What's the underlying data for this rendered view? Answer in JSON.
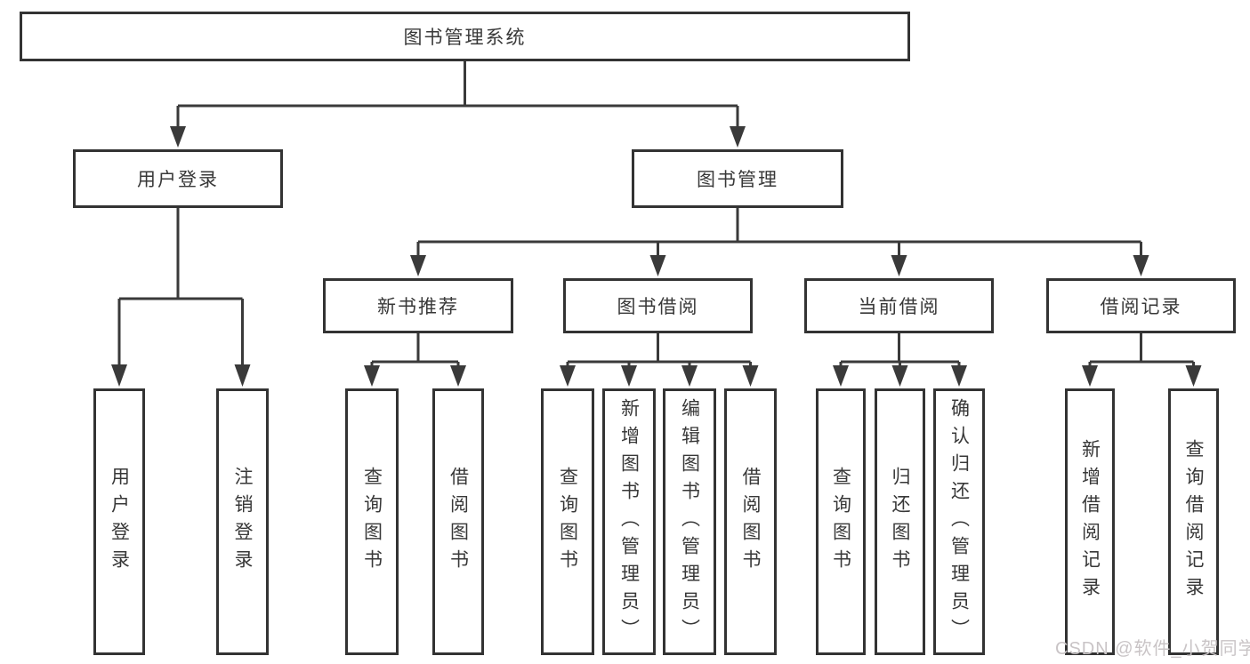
{
  "diagram": {
    "root": {
      "label": "图书管理系统"
    },
    "level2": [
      {
        "label": "用户登录"
      },
      {
        "label": "图书管理"
      }
    ],
    "level3": [
      {
        "label": "新书推荐"
      },
      {
        "label": "图书借阅"
      },
      {
        "label": "当前借阅"
      },
      {
        "label": "借阅记录"
      }
    ],
    "leaves": {
      "user_login": [
        {
          "label": "用户登录"
        },
        {
          "label": "注销登录"
        }
      ],
      "new_book": [
        {
          "label": "查询图书"
        },
        {
          "label": "借阅图书"
        }
      ],
      "book_borrow": [
        {
          "label": "查询图书"
        },
        {
          "label": "新增图书（管理员）"
        },
        {
          "label": "编辑图书（管理员）"
        },
        {
          "label": "借阅图书"
        }
      ],
      "current_borrow": [
        {
          "label": "查询图书"
        },
        {
          "label": "归还图书"
        },
        {
          "label": "确认归还（管理员）"
        }
      ],
      "borrow_record": [
        {
          "label": "新增借阅记录"
        },
        {
          "label": "查询借阅记录"
        }
      ]
    },
    "watermark": "CSDN @软件_小贺同学",
    "colors": {
      "line": "#3a3a3a",
      "border": "#333333",
      "text": "#383838",
      "watermark": "#c9c4c6",
      "background": "#ffffff"
    }
  }
}
